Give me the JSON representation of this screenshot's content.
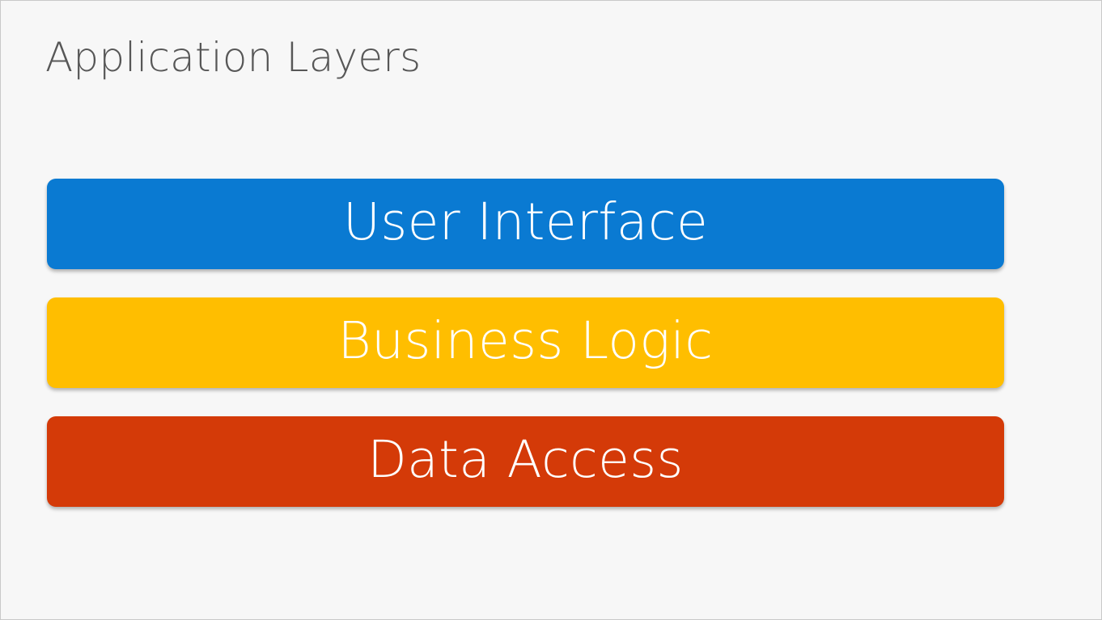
{
  "slide": {
    "title": "Application Layers",
    "background_color": "#f7f7f7",
    "border_color": "#c9c9c9",
    "title_color": "#575757"
  },
  "diagram": {
    "type": "layered-stack",
    "label_color": "#ffffff",
    "layers": [
      {
        "label": "User Interface",
        "color": "#0a7ad2",
        "order": 1
      },
      {
        "label": "Business Logic",
        "color": "#ffbe00",
        "order": 2
      },
      {
        "label": "Data Access",
        "color": "#d43a08",
        "order": 3
      }
    ]
  }
}
